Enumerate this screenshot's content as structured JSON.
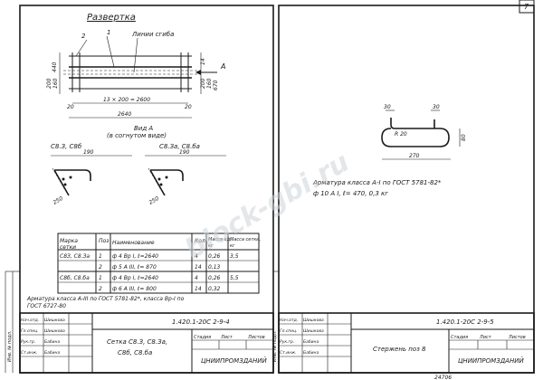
{
  "watermark": "block-gbi.ru",
  "corner_number": "7",
  "stamp_bottom": "24706",
  "left_sheet": {
    "unfold_title": "Развертка",
    "bend_lines_label": "Линии сгиба",
    "label_2": "2",
    "label_1": "1",
    "label_A": "А",
    "dim_top_440": "440",
    "dim_left_200": "200",
    "dim_left_160": "160",
    "dim_right_14": "14",
    "dim_right_200": "200",
    "dim_right_160": "160",
    "dim_right_670": "670",
    "dim_20_left": "20",
    "dim_20_right": "20",
    "dim_span": "13 × 200 = 2600",
    "dim_total": "2640",
    "view_title": "Вид А",
    "view_subtitle": "(в согнутом виде)",
    "left_group_label": "С8.З, С8б",
    "right_group_label": "С8.За, С8.бa",
    "dim_left_190": "190",
    "dim_right_190": "190",
    "dim_left_250": "250",
    "dim_right_250": "250",
    "spec_table": {
      "headers": [
        "Марка сетки",
        "Поз",
        "Наименование",
        "Кол",
        "Масса ед., кг",
        "Масса сетки, кг"
      ],
      "rows": [
        [
          "С8З, С8.За",
          "1",
          "ф 4 Вр I, ℓ=2640",
          "4",
          "0,26",
          "3,5"
        ],
        [
          "",
          "2",
          "ф 5 А III, ℓ= 870",
          "14",
          "0,13",
          ""
        ],
        [
          "С8б, С8.ба",
          "1",
          "ф 4 Вр I, ℓ=2640",
          "4",
          "0,26",
          "5,5"
        ],
        [
          "",
          "2",
          "ф 6 А III, ℓ= 800",
          "14",
          "0,32",
          ""
        ]
      ]
    },
    "note": "Арматура класса А-III по ГОСТ 5781-82*, класса Вр-I по",
    "note2": "ГОСТ 6727-80",
    "code": "1.420.1-20С 2-9-4",
    "part_name": "Сетка С8.З, С8.За, С8б, С8.ба",
    "stage_headers": [
      "Стадия",
      "Лист",
      "Листов"
    ],
    "company": "ЦНИИПРОМЗДАНИЙ",
    "left_column_labels": [
      "Нач.отд.",
      "Гл.спец.",
      "Рук.гр.",
      "Ст.инж."
    ],
    "left_column_names": [
      "Шишкова",
      "Шишкова",
      "Бабина",
      "Бабина"
    ],
    "margin_tag": "Инв. № подл."
  },
  "right_sheet": {
    "dim_30_left": "30",
    "dim_30_right": "30",
    "radius_label": "R 20",
    "dim_height_80": "80",
    "dim_width_270": "270",
    "note_line1": "Арматура класса А-I по ГОСТ 5781-82*",
    "note_line2": "ф 10 А I,  ℓ= 470,  0,3 кг",
    "code": "1.420.1-20С 2-9-5",
    "part_name": "Стержень поз 8",
    "stage_headers": [
      "Стадия",
      "Лист",
      "Листов"
    ],
    "company": "ЦНИИПРОМЗДАНИЙ",
    "left_column_labels": [
      "Нач.отд.",
      "Гл.спец.",
      "Рук.гр.",
      "Ст.инж."
    ],
    "left_column_names": [
      "Шишкова",
      "Шишкова",
      "Бабина",
      "Бабина"
    ],
    "margin_tag": "Инв. № подл."
  }
}
